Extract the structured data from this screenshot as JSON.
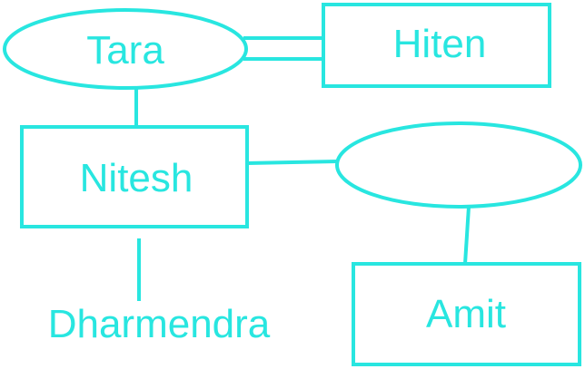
{
  "colors": {
    "stroke": "#28e6e0",
    "background": "#ffffff"
  },
  "nodes": {
    "tara": {
      "label": "Tara",
      "shape": "ellipse"
    },
    "hiten": {
      "label": "Hiten",
      "shape": "rectangle"
    },
    "nitesh": {
      "label": "Nitesh",
      "shape": "rectangle"
    },
    "unnamed_ellipse": {
      "label": "",
      "shape": "ellipse"
    },
    "amit": {
      "label": "Amit",
      "shape": "rectangle"
    },
    "dharmendra": {
      "label": "Dharmendra",
      "shape": "text"
    }
  },
  "edges": [
    {
      "from": "tara",
      "to": "hiten",
      "style": "double-line"
    },
    {
      "from": "tara",
      "to": "nitesh",
      "style": "single-line"
    },
    {
      "from": "nitesh",
      "to": "unnamed_ellipse",
      "style": "single-line"
    },
    {
      "from": "unnamed_ellipse",
      "to": "amit",
      "style": "single-line"
    },
    {
      "from": "nitesh",
      "to": "dharmendra",
      "style": "single-line"
    }
  ]
}
